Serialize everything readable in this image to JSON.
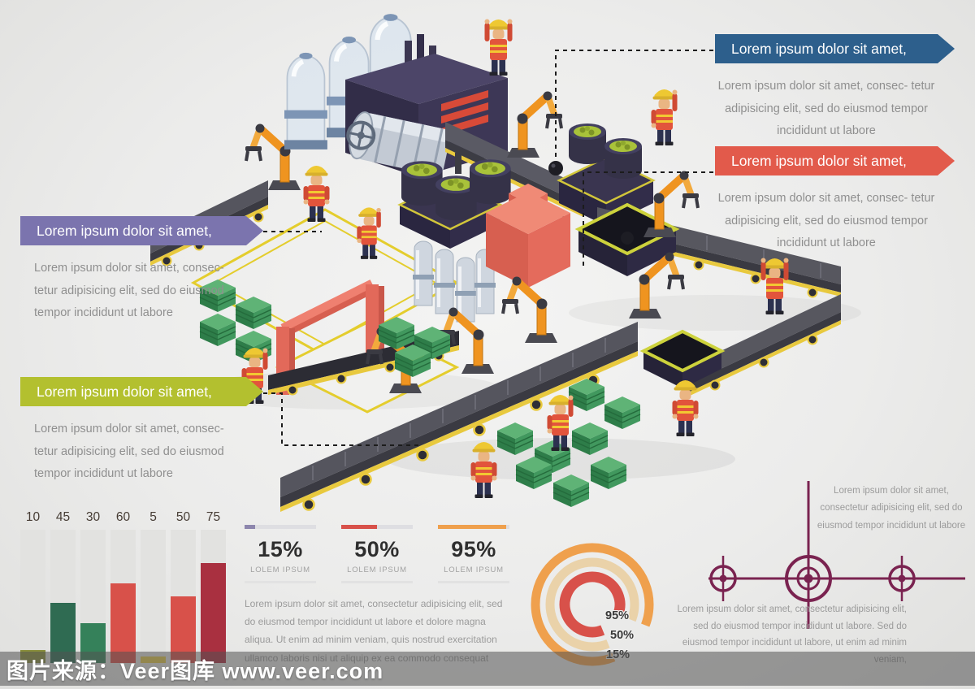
{
  "page": {
    "background": "#ededed"
  },
  "callouts": {
    "purple": {
      "title": "Lorem ipsum dolor sit amet,",
      "body": "Lorem ipsum dolor sit amet, consec- tetur adipisicing elit, sed do eiusmod tempor incididunt ut labore",
      "color": "#7b74ae"
    },
    "green": {
      "title": "Lorem ipsum dolor sit amet,",
      "body": "Lorem ipsum dolor sit amet, consec- tetur adipisicing elit, sed do eiusmod tempor incididunt ut labore",
      "color": "#b3c02f"
    },
    "blue": {
      "title": "Lorem ipsum dolor sit amet,",
      "body": "Lorem ipsum dolor sit amet, consec- tetur adipisicing elit, sed do eiusmod tempor incididunt ut labore",
      "color": "#2d5f8c"
    },
    "red": {
      "title": "Lorem ipsum dolor sit amet,",
      "body": "Lorem ipsum dolor sit amet, consec- tetur adipisicing elit, sed do eiusmod tempor incididunt ut labore",
      "color": "#e25a4b"
    }
  },
  "chart_data": [
    {
      "type": "bar",
      "categories": [
        "10",
        "45",
        "30",
        "60",
        "5",
        "50",
        "75"
      ],
      "values": [
        10,
        45,
        30,
        60,
        5,
        50,
        75
      ],
      "colors": [
        "#8a8f3c",
        "#2f6b52",
        "#35815a",
        "#d8514a",
        "#e3c84b",
        "#d8514a",
        "#a93040"
      ],
      "ylim": [
        0,
        100
      ],
      "title": "",
      "xlabel": "",
      "ylabel": ""
    },
    {
      "type": "stat",
      "items": [
        {
          "value": "15%",
          "label": "LOLEM IPSUM",
          "color": "#8d86ad"
        },
        {
          "value": "50%",
          "label": "LOLEM IPSUM",
          "color": "#d8514a"
        },
        {
          "value": "95%",
          "label": "LOLEM IPSUM",
          "color": "#efa04d"
        }
      ]
    },
    {
      "type": "donut",
      "labels": [
        "95%",
        "50%",
        "15%"
      ],
      "values": [
        95,
        50,
        15
      ],
      "colors": [
        "#efa04d",
        "#ead2a9",
        "#d8514a"
      ]
    }
  ],
  "bottom": {
    "paragraph": "Lorem ipsum dolor sit amet, consectetur adipisicing elit, sed do eiusmod tempor incididunt ut labore et dolore magna aliqua. Ut enim ad minim veniam, quis nostrud exercitation ullamco laboris nisi ut aliquip ex ea commodo consequat",
    "right_top": "Lorem ipsum dolor sit amet, consectetur adipisicing elit, sed do eiusmod tempor incididunt ut labore",
    "right_bottom": "Lorem ipsum dolor sit amet, consectetur adipisicing elit, sed do eiusmod tempor incididunt ut labore. Sed do eiusmod tempor incididunt ut labore, ut enim ad minim veniam,",
    "plane_color": "#7a2350"
  },
  "watermark": {
    "text": "图片来源：Veer图库 www.veer.com"
  }
}
